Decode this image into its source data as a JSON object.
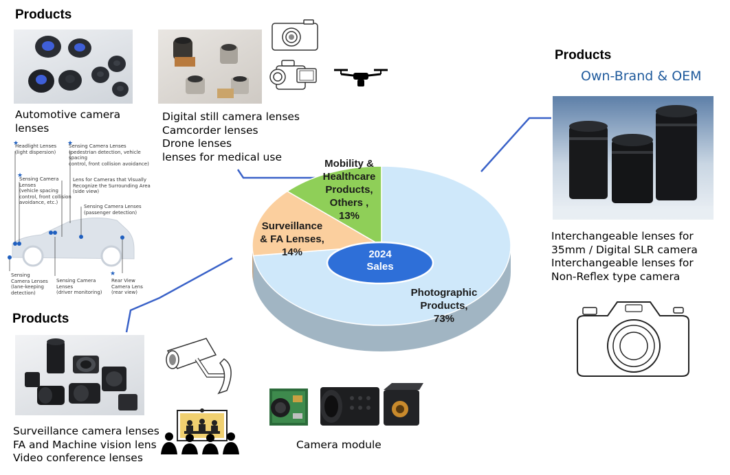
{
  "top_left": {
    "heading": "Products",
    "automotive_caption": "Automotive camera\nlenses",
    "digital_caption": "Digital still camera lenses\nCamcorder lenses\nDrone lenses\nlenses for medical use"
  },
  "car_diagram": {
    "labels": [
      {
        "text": "Headlight Lenses",
        "sub": "(light dispersion)"
      },
      {
        "text": "Sensing Camera Lenses",
        "sub": "(pedestrian detection, vehicle spacing\ncontrol, front collision avoidance)"
      },
      {
        "text": "Sensing Camera\nLenses",
        "sub": "(vehicle spacing\ncontrol, front collision\navoidance, etc.)"
      },
      {
        "text": "Lens for Cameras that Visually\nRecognize the Surrounding Area",
        "sub": "(side view)"
      },
      {
        "text": "Sensing Camera Lenses",
        "sub": "(passenger detection)"
      },
      {
        "text": "Sensing\nCamera Lenses",
        "sub": "(lane-keeping\ndetection)"
      },
      {
        "text": "Sensing Camera\nLenses",
        "sub": "(driver monitoring)"
      },
      {
        "text": "Rear View\nCamera Lens",
        "sub": "(rear view)"
      }
    ]
  },
  "right": {
    "heading": "Products",
    "subheading": "Own-Brand & OEM",
    "caption": "Interchangeable lenses for\n35mm / Digital SLR camera\nInterchangeable lenses for\nNon-Reflex type camera"
  },
  "bottom_left": {
    "heading": "Products",
    "caption": "Surveillance camera lenses\nFA and Machine vision lens\nVideo conference lenses",
    "module_caption": "Camera module"
  },
  "chart_data": {
    "type": "pie",
    "center_label": "2024\nSales",
    "slices": [
      {
        "name": "Photographic\nProducts,\n73%",
        "value": 73,
        "color": "#cfe8fa"
      },
      {
        "name": "Surveillance\n& FA Lenses,\n14%",
        "value": 14,
        "color": "#fbcf9e"
      },
      {
        "name": "Mobility &\nHealthcare\nProducts,\nOthers ,\n13%",
        "value": 13,
        "color": "#8fcf58"
      }
    ],
    "center_color": "#2e6fd8",
    "connector_color": "#3a62c8"
  }
}
